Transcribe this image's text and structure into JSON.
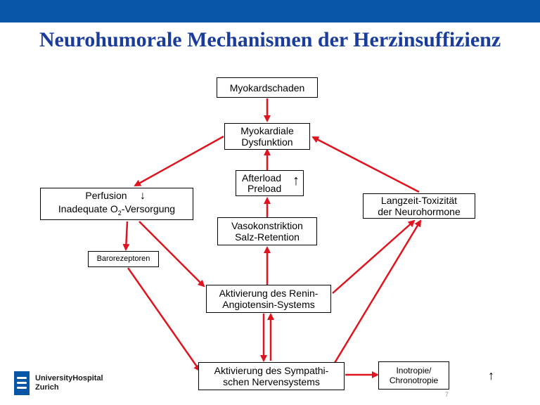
{
  "title": "Neurohumorale Mechanismen der Herzinsuffizienz",
  "colors": {
    "top_bar": "#0756a5",
    "title": "#1a3d9c",
    "arrow": "#e0141e"
  },
  "nodes": {
    "myokardschaden": {
      "line1": "Myokardschaden"
    },
    "dysfunktion": {
      "line1": "Myokardiale",
      "line2": "Dysfunktion"
    },
    "afterload": {
      "line1": "Afterload",
      "line2": "Preload"
    },
    "perfusion": {
      "line1": "Perfusion",
      "line2_pre": "Inadequate O",
      "line2_sub": "2",
      "line2_post": "-Versorgung"
    },
    "vasokonstriktion": {
      "line1": "Vasokonstriktion",
      "line2": "Salz-Retention"
    },
    "langzeit": {
      "line1": "Langzeit-Toxizität",
      "line2": "der Neurohormone"
    },
    "barorezeptoren": {
      "line1": "Barorezeptoren"
    },
    "raas": {
      "line1": "Aktivierung des Renin-",
      "line2": "Angiotensin-Systems"
    },
    "sympathikus": {
      "line1": "Aktivierung des Sympathi-",
      "line2": "schen Nervensystems"
    },
    "inotropie": {
      "line1": "Inotropie/",
      "line2": "Chronotropie"
    }
  },
  "glyphs": {
    "perfusion_down": "↓",
    "afterload_up": "↑",
    "stray_up": "↑"
  },
  "logo": {
    "line1": "UniversityHospital",
    "line2": "Zurich"
  },
  "slide_number": "7"
}
